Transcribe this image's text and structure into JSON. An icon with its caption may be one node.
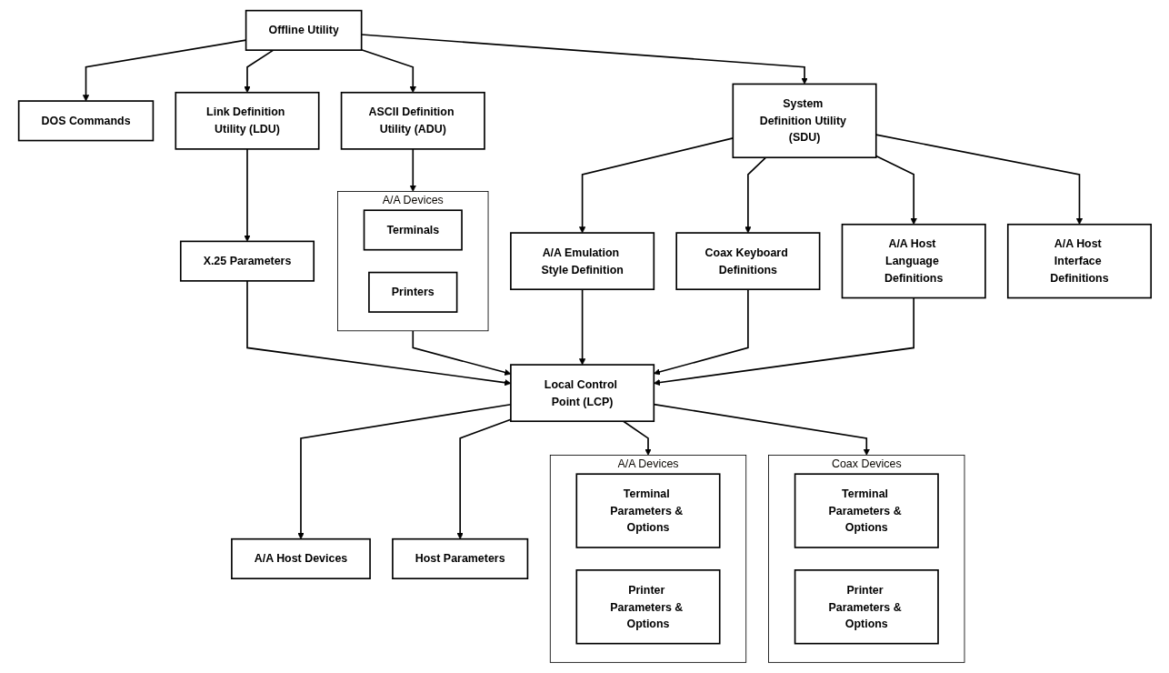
{
  "diagram": {
    "nodes": [
      {
        "text": [
          "Offline Utility"
        ]
      },
      {
        "text": [
          "DOS Commands"
        ]
      },
      {
        "text": [
          "Link Definition Utility (LDU)"
        ]
      },
      {
        "text": [
          "ASCII Definition Utility (ADU)"
        ]
      },
      {
        "text": [
          "System Definition Utility (SDU)"
        ]
      },
      {
        "text": [
          "X.25 Parameters"
        ]
      },
      {
        "text": [
          "A/A Devices"
        ]
      },
      {
        "text": [
          "Terminals"
        ],
        "in": 6
      },
      {
        "text": [
          "Printers"
        ],
        "in": 6
      },
      {
        "text": [
          "A/A Emulation Style Definition"
        ]
      },
      {
        "text": [
          "Coax Keyboard Definitions"
        ]
      },
      {
        "text": [
          "A/A Host Language Definitions"
        ]
      },
      {
        "text": [
          "A/A Host Interface Definitions"
        ]
      },
      {
        "text": [
          "Local Control Point (LCP)"
        ]
      },
      {
        "text": [
          "A/A Devices"
        ]
      },
      {
        "text": [
          "Terminal Parameters & Options"
        ],
        "in": 14
      },
      {
        "text": [
          "Printer Parameters & Options"
        ],
        "in": 14
      },
      {
        "text": [
          "A/A Host Devices"
        ]
      },
      {
        "text": [
          "Host Parameters"
        ]
      },
      {
        "text": [
          "Coax Devices"
        ]
      },
      {
        "text": [
          "Terminal Parameters & Options"
        ],
        "in": 19
      },
      {
        "text": [
          "Printer Parameters & Options"
        ],
        "in": 19
      }
    ],
    "edges": [
      {
        "from": 0,
        "to": 1,
        "arrow": "to"
      },
      {
        "from": 0,
        "to": 2,
        "arrow": "to"
      },
      {
        "from": 0,
        "to": 3,
        "arrow": "to"
      },
      {
        "from": 0,
        "to": 4,
        "arrow": "to"
      },
      {
        "from": 2,
        "to": 5,
        "arrow": "to"
      },
      {
        "from": 3,
        "to": 6,
        "arrow": "to"
      },
      {
        "from": 4,
        "to": 9,
        "arrow": "to"
      },
      {
        "from": 4,
        "to": 10,
        "arrow": "to"
      },
      {
        "from": 4,
        "to": 11,
        "arrow": "to"
      },
      {
        "from": 4,
        "to": 12,
        "arrow": "to"
      },
      {
        "from": 5,
        "to": 13,
        "arrow": "to"
      },
      {
        "from": 6,
        "to": 13,
        "arrow": "to"
      },
      {
        "from": 9,
        "to": 13,
        "arrow": "to"
      },
      {
        "from": 10,
        "to": 13,
        "arrow": "to"
      },
      {
        "from": 11,
        "to": 13,
        "arrow": "to"
      },
      {
        "from": 13,
        "to": 14,
        "arrow": "to"
      },
      {
        "from": 13,
        "to": 17,
        "arrow": "to"
      },
      {
        "from": 13,
        "to": 18,
        "arrow": "to"
      },
      {
        "from": 13,
        "to": 19,
        "arrow": "to"
      }
    ]
  }
}
